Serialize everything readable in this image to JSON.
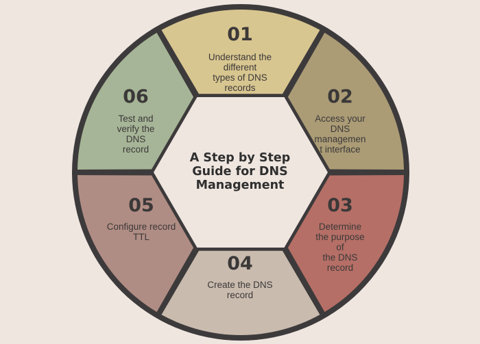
{
  "title": "A Step by Step\nGuide for DNS\nManagement",
  "colors": {
    "background": "#efe6e0",
    "ring": "#3d3a3b",
    "center": "#efe6e0",
    "text": "#3b3838"
  },
  "steps": [
    {
      "number": "01",
      "text": "Understand the\ndifferent\ntypes of DNS\nrecords",
      "color": "#d8c690"
    },
    {
      "number": "02",
      "text": "Access your\nDNS\nmanagemen\nt interface",
      "color": "#ab9c76"
    },
    {
      "number": "03",
      "text": "Determine\nthe purpose\nof\nthe DNS\nrecord",
      "color": "#b56f66"
    },
    {
      "number": "04",
      "text": "Create the DNS\nrecord",
      "color": "#c9bbae"
    },
    {
      "number": "05",
      "text": "Configure record\nTTL",
      "color": "#b08d84"
    },
    {
      "number": "06",
      "text": "Test and\nverify the\nDNS\nrecord",
      "color": "#a6b597"
    }
  ]
}
